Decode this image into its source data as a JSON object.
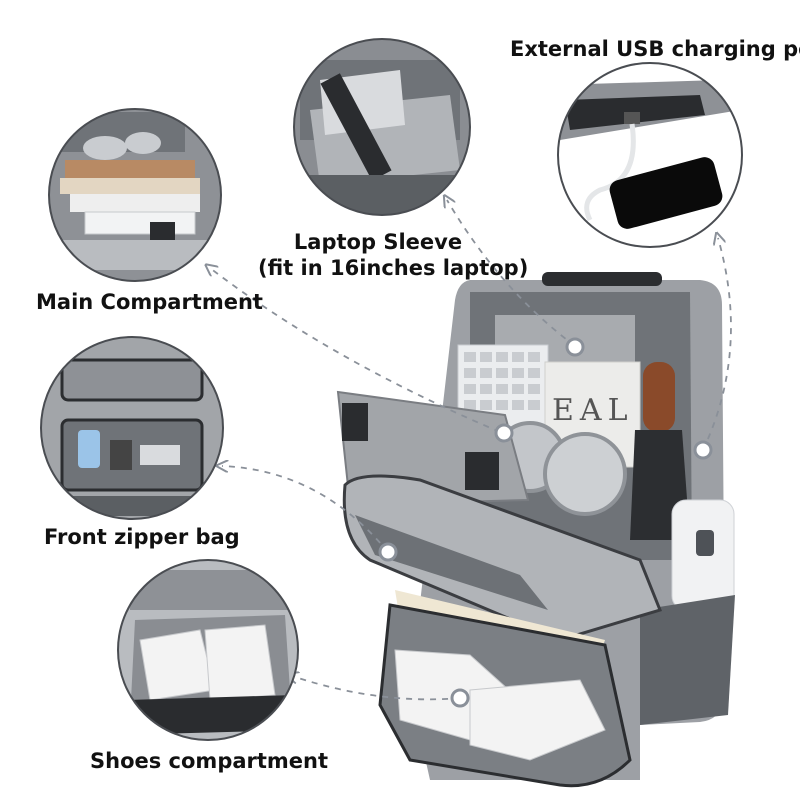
{
  "labels": {
    "usb_port": "External USB charging port",
    "laptop_sleeve_line1": "Laptop Sleeve",
    "laptop_sleeve_line2": "(fit in 16inches laptop)",
    "main_compartment": "Main Compartment",
    "front_zipper_bag": "Front zipper bag",
    "shoes_compartment": "Shoes compartment"
  },
  "keyboard_letters": "EAL",
  "colors": {
    "bag_gray": "#8e9196",
    "bag_light": "#b9bcc0",
    "lining": "#6f7378",
    "circle_border": "#4a4d52",
    "callout_line": "#8a9099",
    "marker": "#8a9099",
    "text": "#111111"
  }
}
